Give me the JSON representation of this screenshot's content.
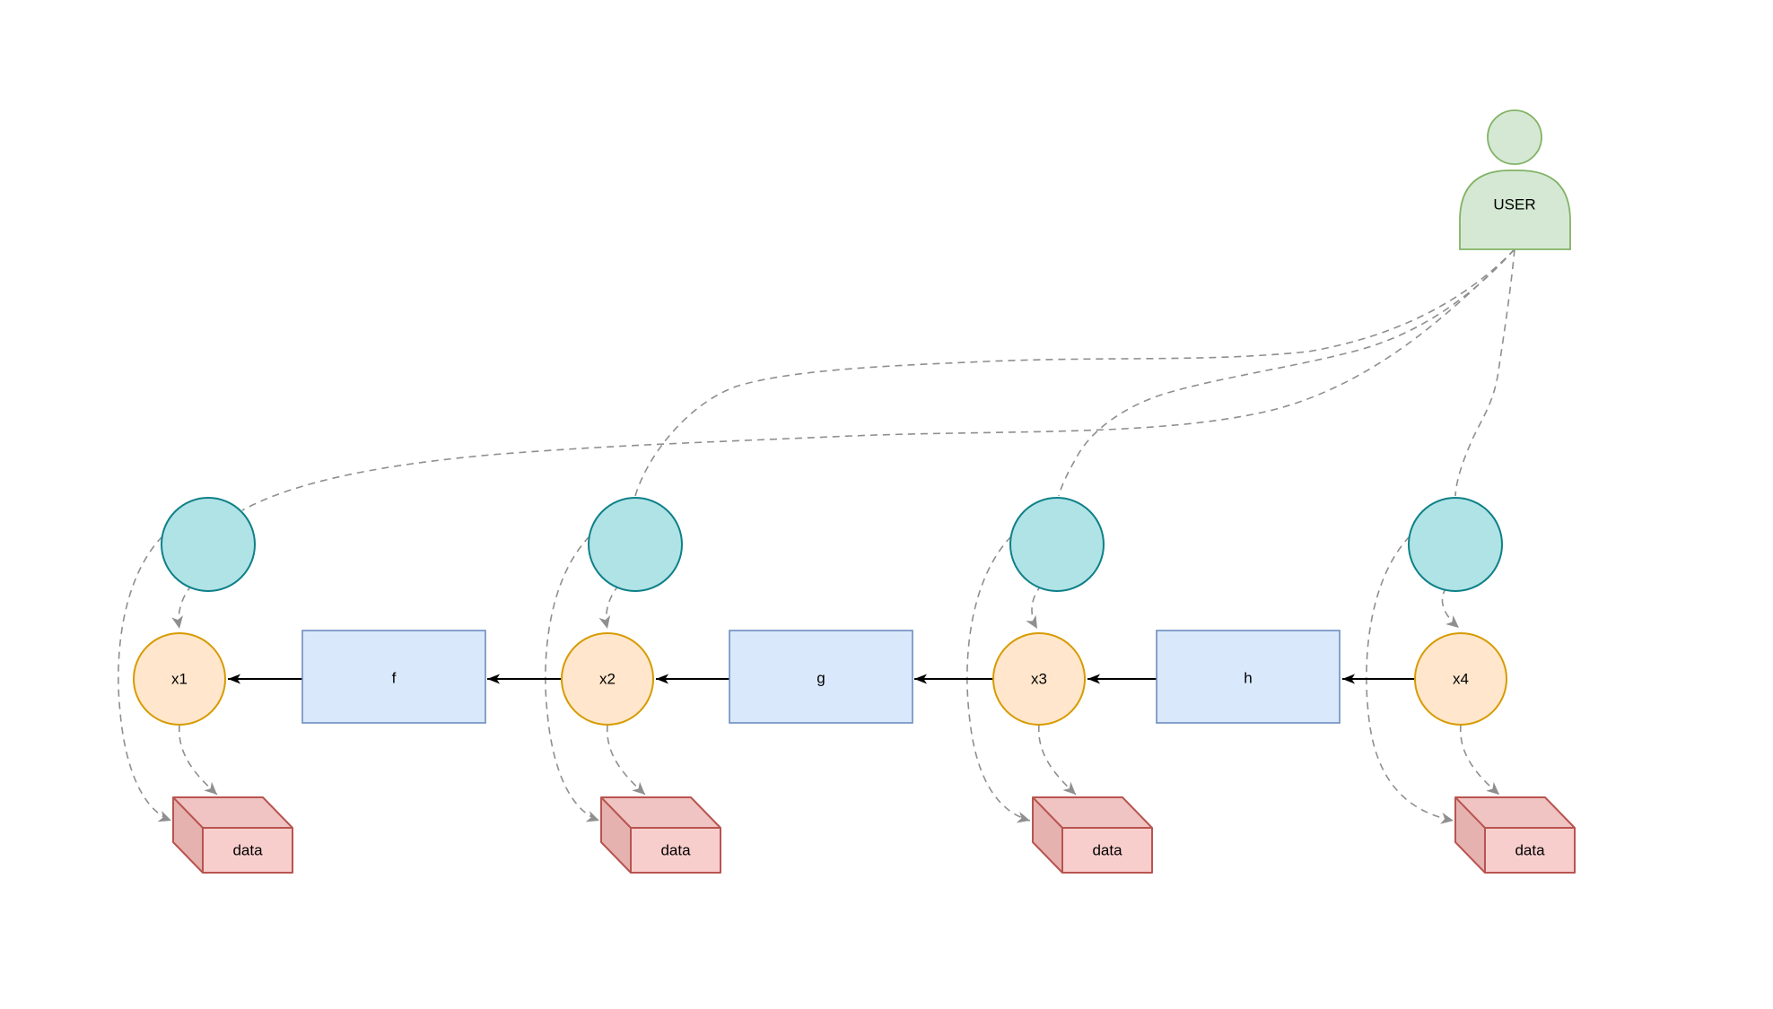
{
  "diagram": {
    "title_hint": "computational chain with user taps and data stores",
    "user": {
      "label": "USER"
    },
    "variable_nodes": [
      {
        "id": "x1",
        "label": "x1"
      },
      {
        "id": "x2",
        "label": "x2"
      },
      {
        "id": "x3",
        "label": "x3"
      },
      {
        "id": "x4",
        "label": "x4"
      }
    ],
    "function_nodes": [
      {
        "id": "f",
        "label": "f"
      },
      {
        "id": "g",
        "label": "g"
      },
      {
        "id": "h",
        "label": "h"
      }
    ],
    "data_stores": [
      {
        "label": "data"
      },
      {
        "label": "data"
      },
      {
        "label": "data"
      },
      {
        "label": "data"
      }
    ],
    "tap_circles": {
      "count": 4,
      "label": ""
    },
    "solid_edges": [
      {
        "from": "x4",
        "to": "h"
      },
      {
        "from": "h",
        "to": "x3"
      },
      {
        "from": "x3",
        "to": "g"
      },
      {
        "from": "g",
        "to": "x2"
      },
      {
        "from": "x2",
        "to": "f"
      },
      {
        "from": "f",
        "to": "x1"
      }
    ],
    "dashed_edges": [
      {
        "from": "USER",
        "to": "tap1"
      },
      {
        "from": "USER",
        "to": "tap2"
      },
      {
        "from": "USER",
        "to": "tap3"
      },
      {
        "from": "USER",
        "to": "tap4"
      },
      {
        "from": "tap1",
        "to": "x1"
      },
      {
        "from": "tap2",
        "to": "x2"
      },
      {
        "from": "tap3",
        "to": "x3"
      },
      {
        "from": "tap4",
        "to": "x4"
      },
      {
        "from": "tap1",
        "to": "data1"
      },
      {
        "from": "tap2",
        "to": "data2"
      },
      {
        "from": "tap3",
        "to": "data3"
      },
      {
        "from": "tap4",
        "to": "data4"
      },
      {
        "from": "x1",
        "to": "data1"
      },
      {
        "from": "x2",
        "to": "data2"
      },
      {
        "from": "x3",
        "to": "data3"
      },
      {
        "from": "x4",
        "to": "data4"
      }
    ]
  },
  "colors": {
    "background": "#ffffff",
    "text": "#000000",
    "node_teal_fill": "#b0e3e6",
    "node_teal_stroke": "#0e8088",
    "node_orange_fill": "#ffe6cc",
    "node_orange_stroke": "#d79b00",
    "node_blue_fill": "#dae8fc",
    "node_blue_stroke": "#6c8ebf",
    "cube_front": "#f8cecc",
    "cube_top": "#efc4c2",
    "cube_side": "#e6b2b0",
    "cube_stroke": "#b85450",
    "user_fill": "#d5e8d4",
    "user_stroke": "#82b366",
    "edge_black": "#000000",
    "edge_gray": "#8f8f8f"
  }
}
